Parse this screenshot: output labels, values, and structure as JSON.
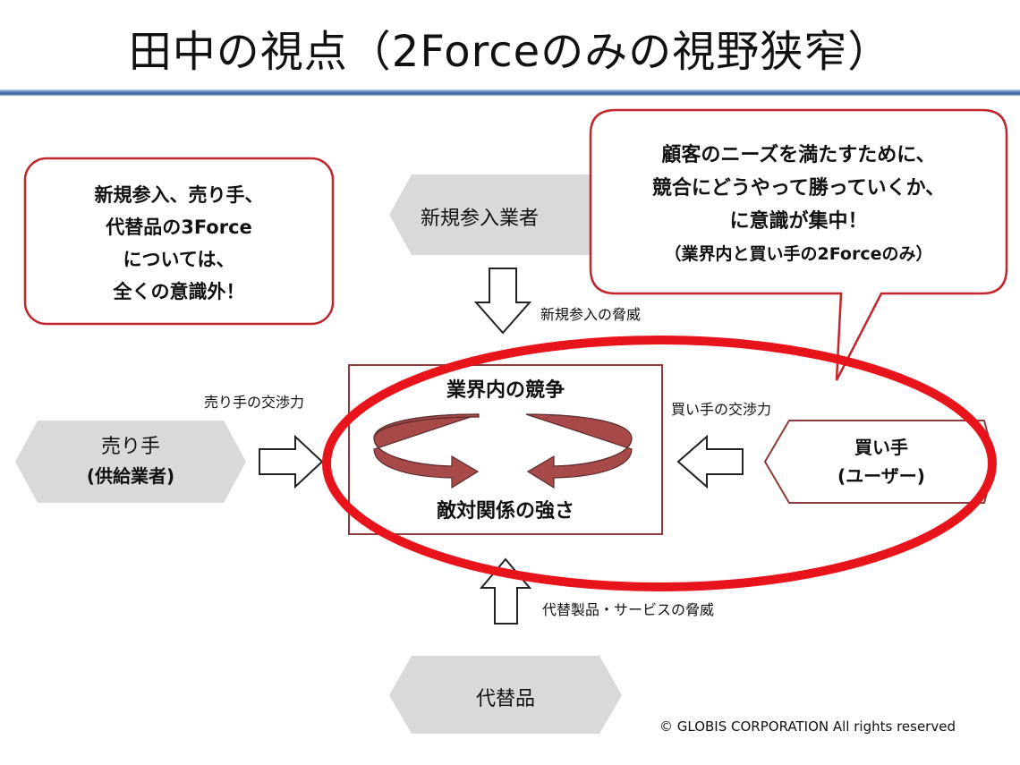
{
  "title": "田中の視点（2Forceのみの視野狭窄）",
  "left_callout": {
    "lines": [
      "新規参入、売り手、",
      "代替品の3Force",
      "については、",
      "全くの意識外！"
    ]
  },
  "right_callout": {
    "lines": [
      "顧客のニーズを満たすために、",
      "競合にどうやって勝っていくか、",
      "に意識が集中！",
      "（業界内と買い手の2Forceのみ）"
    ]
  },
  "forces": {
    "new_entrants": "新規参入業者",
    "new_entrants_threat": "新規参入の脅威",
    "suppliers_line1": "売り手",
    "suppliers_line2": "(供給業者)",
    "suppliers_power": "売り手の交渉力",
    "buyers_line1": "買い手",
    "buyers_line2": "(ユーザー)",
    "buyers_power": "買い手の交渉力",
    "substitutes": "代替品",
    "substitutes_threat": "代替製品・サービスの脅威",
    "rivalry_title": "業界内の競争",
    "rivalry_subtitle": "敵対関係の強さ"
  },
  "colors": {
    "highlight": "#e8141b",
    "box_border": "#8e3b3b",
    "hex_fill": "#d9d9d9",
    "arrow_fill": "#a8494a"
  },
  "copyright": "© GLOBIS CORPORATION All rights reserved"
}
